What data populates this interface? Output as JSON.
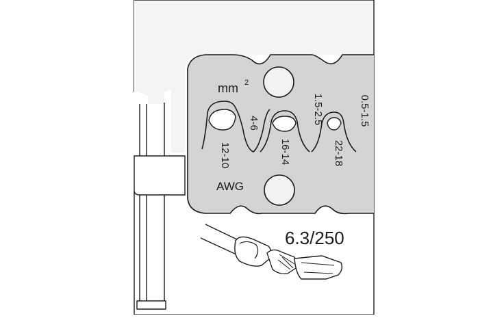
{
  "labels": {
    "unit_metric": "mm",
    "unit_metric_sup": "2",
    "unit_awg": "AWG",
    "die_sizes_mm2": [
      "4-6",
      "1.5-2.5",
      "0.5-1.5"
    ],
    "die_sizes_awg": [
      "12-10",
      "16-14",
      "22-18"
    ],
    "terminal_size": "6.3/250"
  },
  "colors": {
    "die_fill": "#d2d2d2",
    "die_bg_fill": "#f2f2f2",
    "stroke": "#1a1a1a",
    "paper": "#ffffff"
  }
}
